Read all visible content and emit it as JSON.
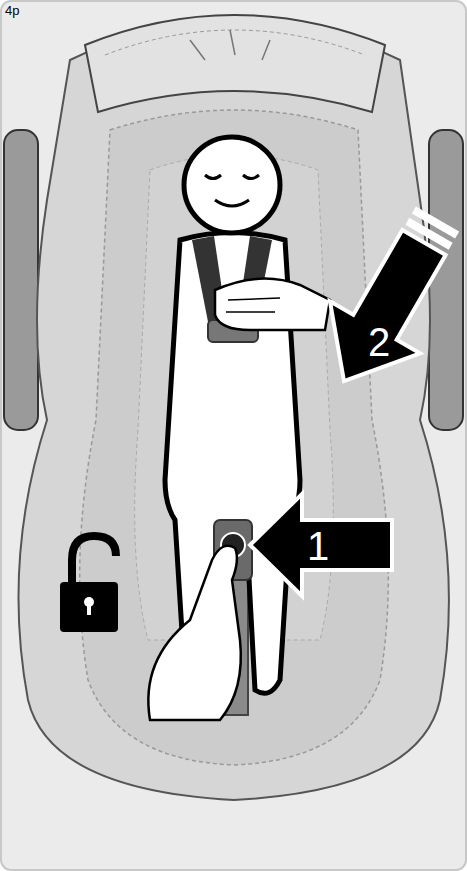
{
  "diagram": {
    "labels": [
      "4p",
      "1",
      "2"
    ]
  }
}
